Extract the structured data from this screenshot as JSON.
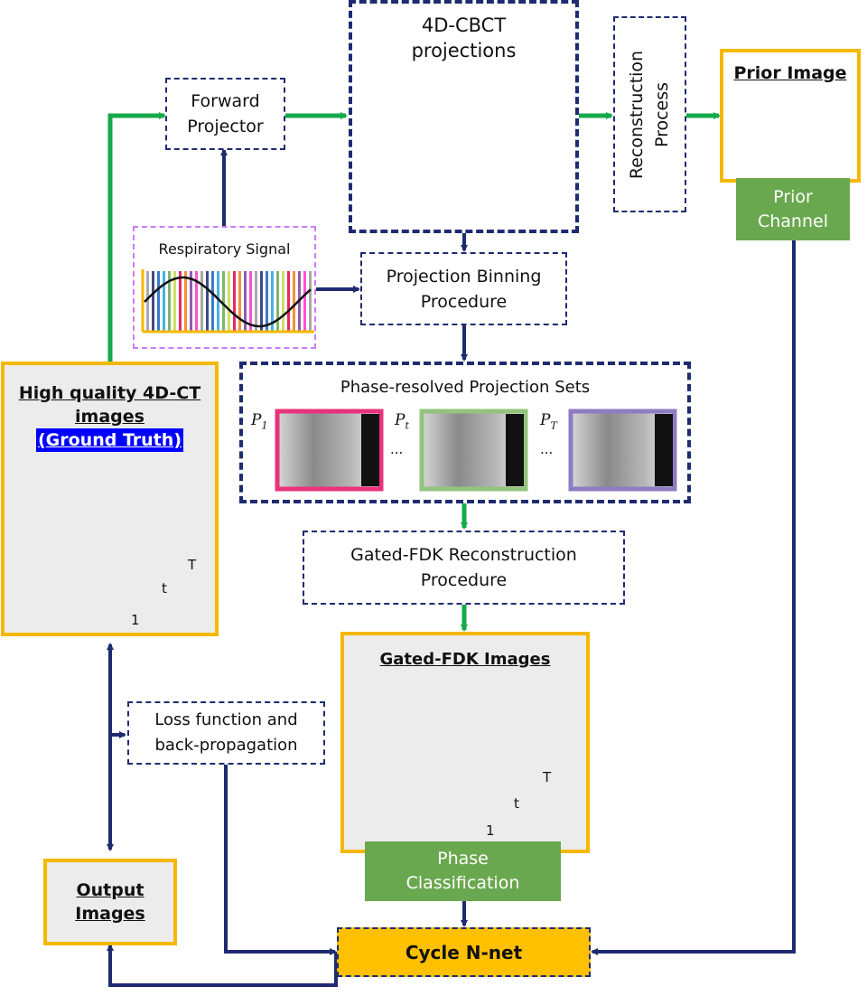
{
  "nodes": {
    "cbct_title": [
      "4D-CBCT",
      "projections"
    ],
    "forward_projector": [
      "Forward",
      "Projector"
    ],
    "reconstruction_process": [
      "Reconstruction",
      "Process"
    ],
    "prior_image": "Prior Image",
    "prior_channel": [
      "Prior",
      "Channel"
    ],
    "respiratory_signal": "Respiratory Signal",
    "projection_binning": [
      "Projection Binning",
      "Procedure"
    ],
    "high_quality": [
      "High quality 4D-CT",
      "images"
    ],
    "ground_truth": "(Ground Truth)",
    "phase_resolved": "Phase-resolved Projection Sets",
    "gated_fdk_recon": [
      "Gated-FDK Reconstruction",
      "Procedure"
    ],
    "gated_fdk_images": "Gated-FDK Images",
    "phase_classification": [
      "Phase",
      "Classification"
    ],
    "loss_function": [
      "Loss function and",
      "back-propagation"
    ],
    "output_images": [
      "Output",
      "Images"
    ],
    "cycle_nnet": "Cycle N-net"
  },
  "stack_labels": {
    "first": "1",
    "middle": "t",
    "last": "T"
  },
  "phase_labels": {
    "p1": "P",
    "p1_sub": "1",
    "pt": "P",
    "pt_sub": "t",
    "pT": "P",
    "pT_sub": "T",
    "ellipsis": "..."
  },
  "colors": {
    "navy": "#1f2b70",
    "green_arrow": "#16a94a",
    "gold": "#f5b800",
    "green_box": "#6aa84f",
    "violet": "#c77dff",
    "phase_pink": "#e8337a",
    "phase_green": "#93c47d",
    "phase_purple": "#8e7cc3",
    "signal_yellow": "#f5b800",
    "ground_truth_bg": "#0000ff"
  },
  "phase_colors": [
    "#999999",
    "#1f2b70",
    "#1565c0",
    "#29a3e0",
    "#6aa84f",
    "#c6d94a",
    "#e6004c",
    "#f07c1a",
    "#7b3fa0",
    "#ff33cc"
  ]
}
